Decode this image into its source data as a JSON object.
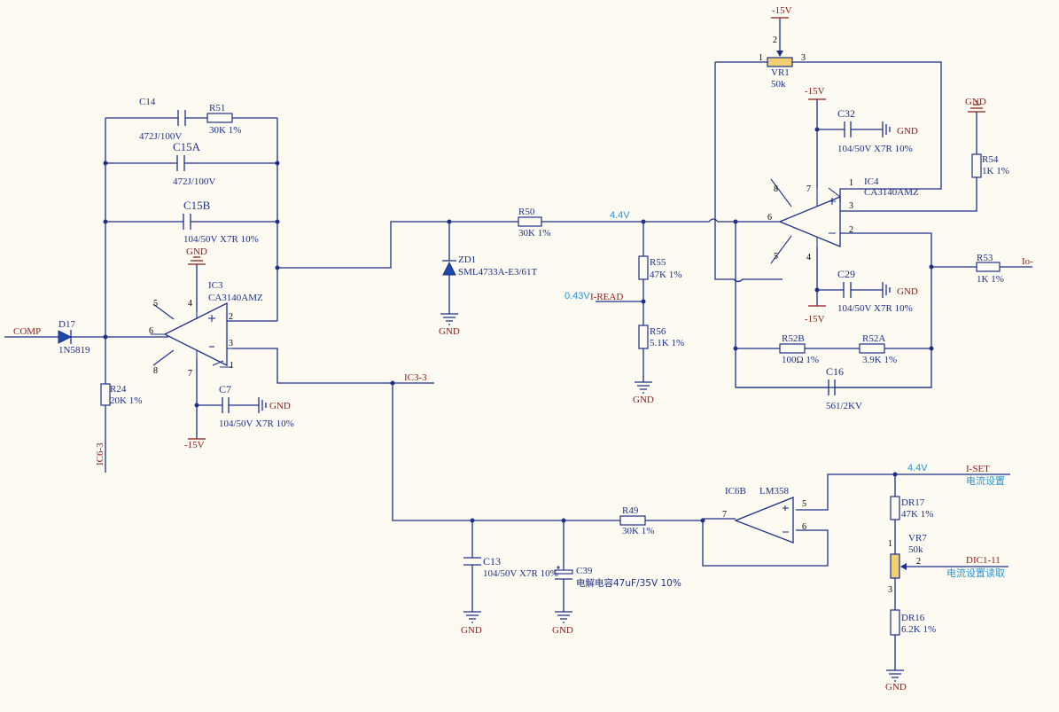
{
  "labels": {
    "comp": "COMP",
    "d17": "D17",
    "d17_val": "1N5819",
    "r24": "R24",
    "r24_val": "20K 1%",
    "ic6_3": "IC6-3",
    "c14": "C14",
    "c14_val": "472J/100V",
    "r51": "R51",
    "r51_val": "30K 1%",
    "c15a": "C15A",
    "c15a_val": "472J/100V",
    "c15b": "C15B",
    "c15b_val": "104/50V X7R 10%",
    "gnd": "GND",
    "ic3": "IC3",
    "ic3_val": "CA3140AMZ",
    "c7": "C7",
    "c7_val": "104/50V X7R 10%",
    "neg15": "-15V",
    "ic3_3": "IC3-3",
    "zd1": "ZD1",
    "zd1_val": "SML4733A-E3/61T",
    "r50": "R50",
    "r50_val": "30K 1%",
    "v44": "4.4V",
    "r55": "R55",
    "r55_val": "47K 1%",
    "v043": "0.43V",
    "iread": "I-READ",
    "r56": "R56",
    "r56_val": "5.1K 1%",
    "vr1": "VR1",
    "vr1_val": "50k",
    "c32": "C32",
    "c32_val": "104/50V X7R 10%",
    "ic4": "IC4",
    "ic4_val": "CA3140AMZ",
    "r54": "R54",
    "r54_val": "1K 1%",
    "r53": "R53",
    "r53_val": "1K 1%",
    "io": "Io-",
    "c29": "C29",
    "c29_val": "104/50V X7R 10%",
    "r52b": "R52B",
    "r52b_val": "100Ω 1%",
    "r52a": "R52A",
    "r52a_val": "3.9K 1%",
    "c16": "C16",
    "c16_val": "561/2KV",
    "ic6b": "IC6B",
    "ic6b_val": "LM358",
    "r49": "R49",
    "r49_val": "30K 1%",
    "c13": "C13",
    "c13_val": "104/50V X7R 10%",
    "c39": "C39",
    "c39_val": "电解电容47uF/35V 10%",
    "iset": "I-SET",
    "iset_cn": "电流设置",
    "dr17": "DR17",
    "dr17_val": "47K 1%",
    "vr7": "VR7",
    "vr7_val": "50k",
    "dic": "DIC1-11",
    "dic_cn": "电流设置读取",
    "dr16": "DR16",
    "dr16_val": "6.2K 1%"
  },
  "pins": {
    "p1": "1",
    "p2": "2",
    "p3": "3",
    "p4": "4",
    "p5": "5",
    "p6": "6",
    "p7": "7",
    "p8": "8"
  },
  "colors": {
    "wire": "#1c2f8a",
    "power": "#8b1a1a",
    "netlabel": "#2196d9",
    "background": "#fdfbf1",
    "pot": "#f0d070"
  }
}
